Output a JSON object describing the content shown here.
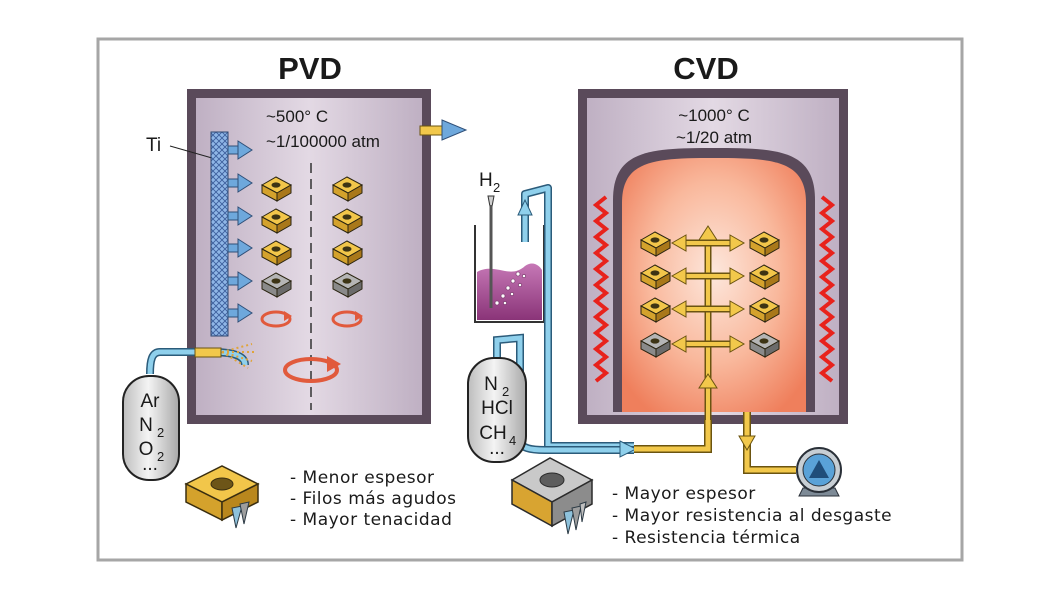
{
  "pvd": {
    "title": "PVD",
    "temperature": "~500° C",
    "pressure": "~1/100000 atm",
    "target_label": "Ti",
    "gases": [
      "Ar",
      "N",
      "2",
      "O",
      "2",
      "..."
    ],
    "features": [
      "- Menor espesor",
      "- Filos más agudos",
      "- Mayor tenacidad"
    ]
  },
  "cvd": {
    "title": "CVD",
    "temperature": "~1000° C",
    "pressure": "~1/20 atm",
    "hydrogen_label": "H",
    "hydrogen_sub": "2",
    "gases": [
      "N",
      "2",
      "HCl",
      "CH",
      "4",
      "..."
    ],
    "features": [
      "- Mayor espesor",
      "- Mayor resistencia al desgaste",
      "- Resistencia térmica"
    ]
  },
  "colors": {
    "frame": "#a6a6a6",
    "chamber_fill": "#cdbfd0",
    "chamber_wall": "#5a4a5a",
    "hot_zone": "#f6a17f",
    "heater": "#e8221c",
    "arrow_blue": "#6ea8dc",
    "arrow_yellow": "#f2c84b",
    "insert_gold": "#d9a62f",
    "insert_gray": "#9a9a9a",
    "pipe": "#8fd0ec",
    "liquid": "#a0468c"
  }
}
